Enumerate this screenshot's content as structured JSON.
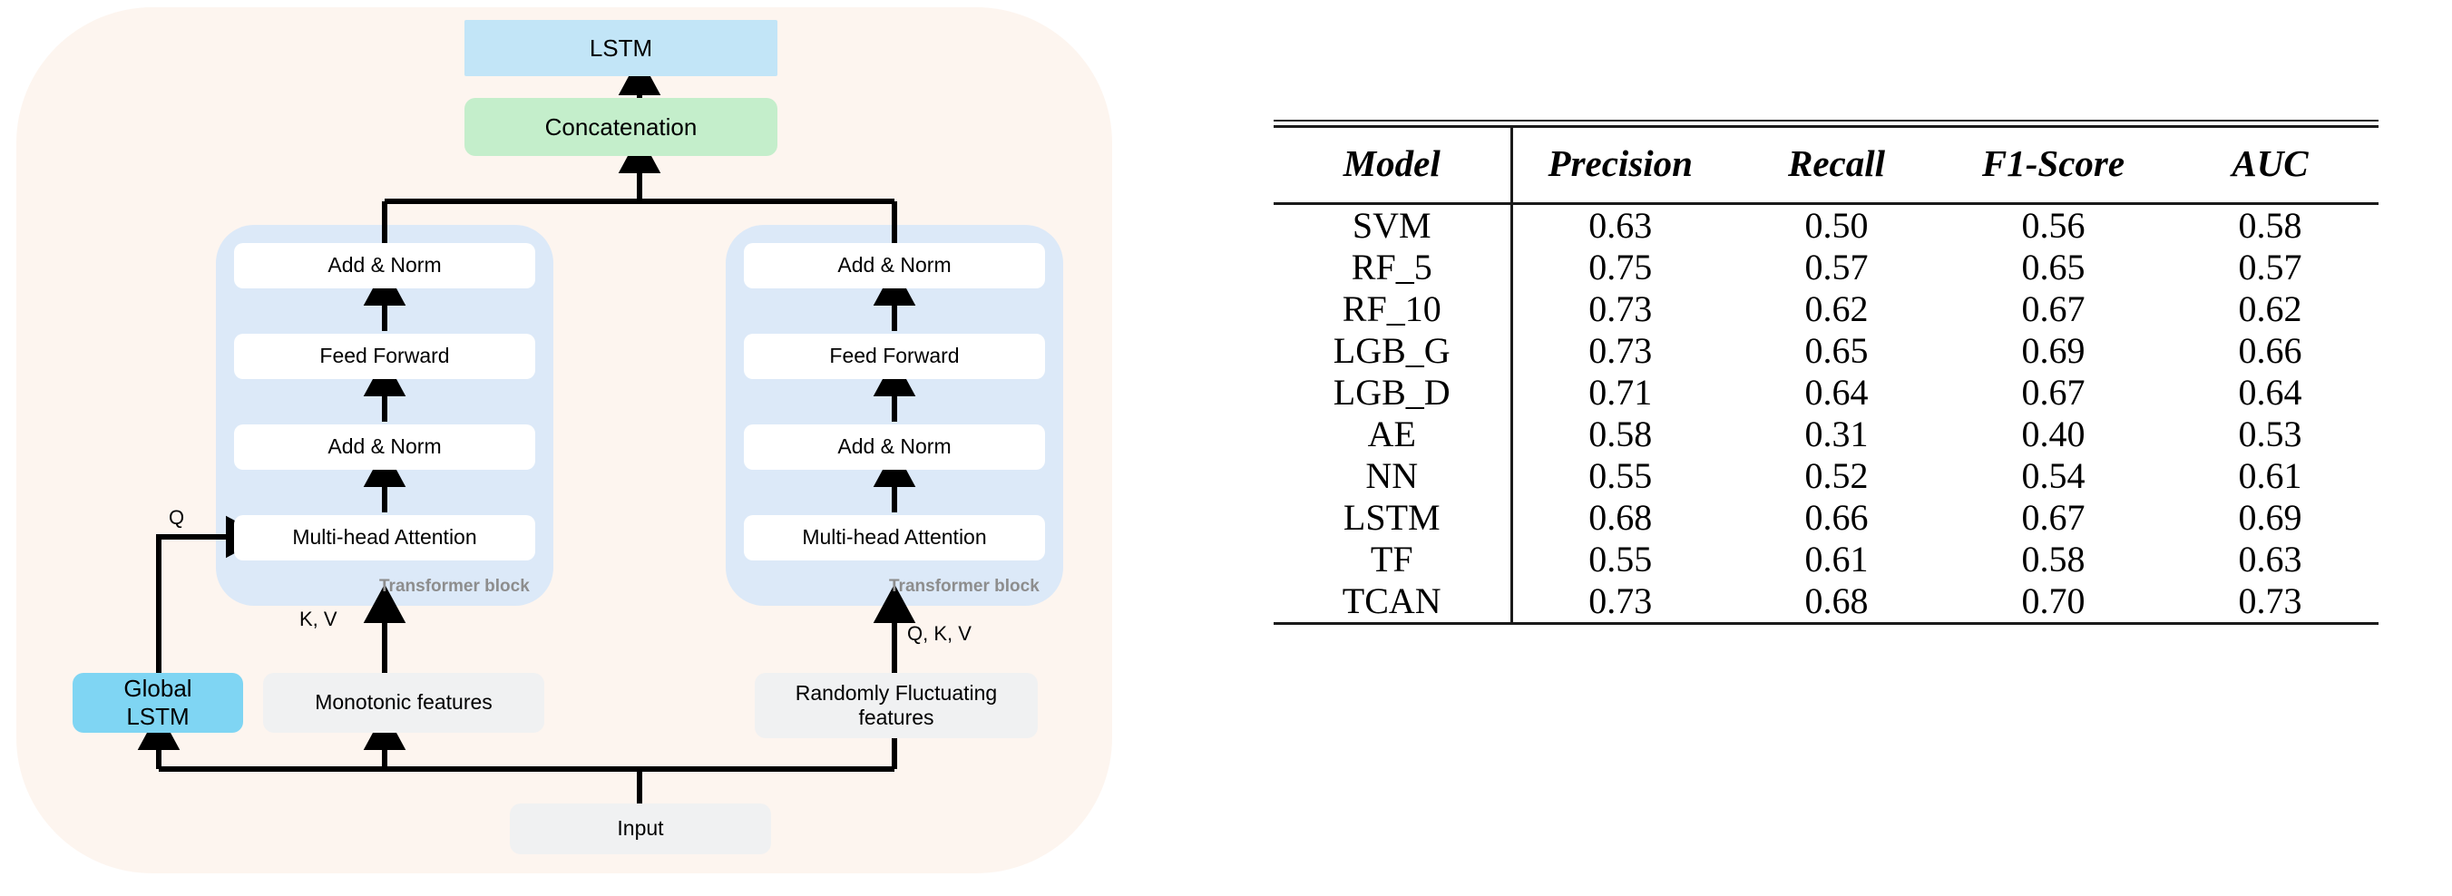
{
  "diagram": {
    "nodes": {
      "lstm": "LSTM",
      "concatenation": "Concatenation",
      "global_lstm": "Global\nLSTM",
      "monotonic_features": "Monotonic features",
      "random_features": "Randomly Fluctuating\nfeatures",
      "input": "Input"
    },
    "transformer_block_label": "Transformer block",
    "block_layers": {
      "add_norm_top": "Add & Norm",
      "feed_forward": "Feed Forward",
      "add_norm_bottom": "Add & Norm",
      "multi_head_attention": "Multi-head Attention"
    },
    "edge_labels": {
      "q": "Q",
      "kv": "K, V",
      "qkv": "Q, K, V"
    },
    "colors": {
      "panel_background": "#fdf5ef",
      "lstm_box": "#c2e5f7",
      "concatenation_box": "#c4eecb",
      "transformer_block": "#dce9f8",
      "inner_box": "#ffffff",
      "gray_box": "#f0f1f2",
      "global_lstm_box": "#7fd5f3",
      "block_label_text": "#8d8d8d",
      "arrow": "#000000"
    }
  },
  "table": {
    "columns": [
      "Model",
      "Precision",
      "Recall",
      "F1-Score",
      "AUC"
    ],
    "rows": [
      {
        "model": "SVM",
        "precision": "0.63",
        "recall": "0.50",
        "f1": "0.56",
        "auc": "0.58",
        "bold": {
          "precision": false,
          "recall": false,
          "f1": false,
          "auc": false
        }
      },
      {
        "model": "RF_5",
        "precision": "0.75",
        "recall": "0.57",
        "f1": "0.65",
        "auc": "0.57",
        "bold": {
          "precision": true,
          "recall": false,
          "f1": false,
          "auc": false
        }
      },
      {
        "model": "RF_10",
        "precision": "0.73",
        "recall": "0.62",
        "f1": "0.67",
        "auc": "0.62",
        "bold": {
          "precision": false,
          "recall": false,
          "f1": false,
          "auc": false
        }
      },
      {
        "model": "LGB_G",
        "precision": "0.73",
        "recall": "0.65",
        "f1": "0.69",
        "auc": "0.66",
        "bold": {
          "precision": false,
          "recall": false,
          "f1": false,
          "auc": false
        }
      },
      {
        "model": "LGB_D",
        "precision": "0.71",
        "recall": "0.64",
        "f1": "0.67",
        "auc": "0.64",
        "bold": {
          "precision": false,
          "recall": false,
          "f1": false,
          "auc": false
        }
      },
      {
        "model": "AE",
        "precision": "0.58",
        "recall": "0.31",
        "f1": "0.40",
        "auc": "0.53",
        "bold": {
          "precision": false,
          "recall": false,
          "f1": false,
          "auc": false
        }
      },
      {
        "model": "NN",
        "precision": "0.55",
        "recall": "0.52",
        "f1": "0.54",
        "auc": "0.61",
        "bold": {
          "precision": false,
          "recall": false,
          "f1": false,
          "auc": false
        }
      },
      {
        "model": "LSTM",
        "precision": "0.68",
        "recall": "0.66",
        "f1": "0.67",
        "auc": "0.69",
        "bold": {
          "precision": false,
          "recall": false,
          "f1": false,
          "auc": false
        }
      },
      {
        "model": "TF",
        "precision": "0.55",
        "recall": "0.61",
        "f1": "0.58",
        "auc": "0.63",
        "bold": {
          "precision": false,
          "recall": false,
          "f1": false,
          "auc": false
        }
      },
      {
        "model": "TCAN",
        "precision": "0.73",
        "recall": "0.68",
        "f1": "0.70",
        "auc": "0.73",
        "bold": {
          "precision": false,
          "recall": true,
          "f1": true,
          "auc": true
        }
      }
    ]
  }
}
